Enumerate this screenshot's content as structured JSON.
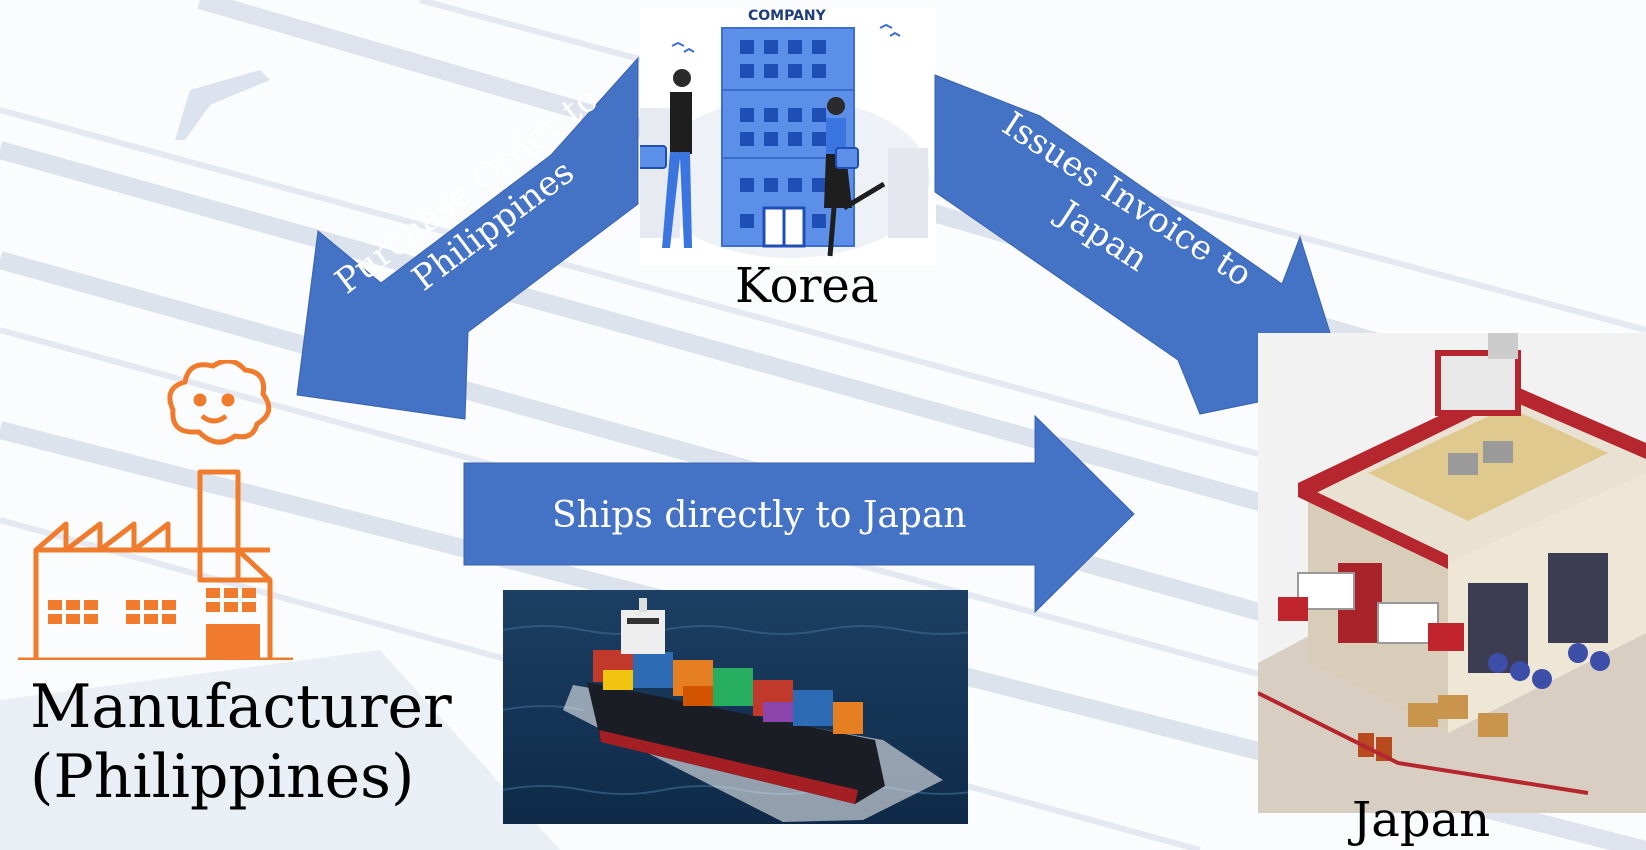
{
  "korea": {
    "sign": "COMPANY",
    "label": "Korea"
  },
  "manufacturer": {
    "line1": "Manufacturer",
    "line2": "(Philippines)"
  },
  "japan": {
    "label": "Japan"
  },
  "arrows": {
    "purchase_order": {
      "line1": "Purchase Order to",
      "line2": "Philippines"
    },
    "invoice": {
      "line1": "Issues Invoice to",
      "line2": "Japan"
    },
    "ships": {
      "label": "Ships directly to Japan"
    }
  },
  "colors": {
    "arrow": "#4472c4",
    "factory": "#f07b2c",
    "background_lines": "#c9d3e4"
  }
}
